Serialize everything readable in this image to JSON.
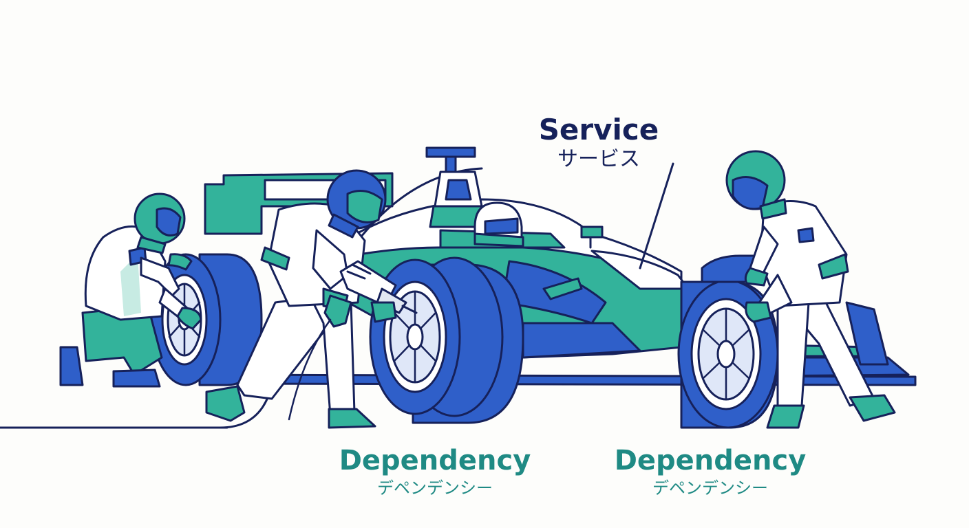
{
  "colors": {
    "navy": "#16215a",
    "blue": "#2f5fc9",
    "teal": "#33b39b",
    "label_teal": "#1f8a84",
    "suit": "#ffffff",
    "background": "#fdfdfb"
  },
  "labels": {
    "service": {
      "en": "Service",
      "jp": "サービス"
    },
    "dependency_left": {
      "en": "Dependency",
      "jp": "デペンデンシー"
    },
    "dependency_right": {
      "en": "Dependency",
      "jp": "デペンデンシー"
    }
  },
  "icons": {
    "car": "race-car-icon",
    "driver": "driver-helmet-icon",
    "crew_member": "pit-crew-member-icon",
    "wheel": "wheel-icon",
    "impact_wrench": "impact-wrench-icon"
  }
}
